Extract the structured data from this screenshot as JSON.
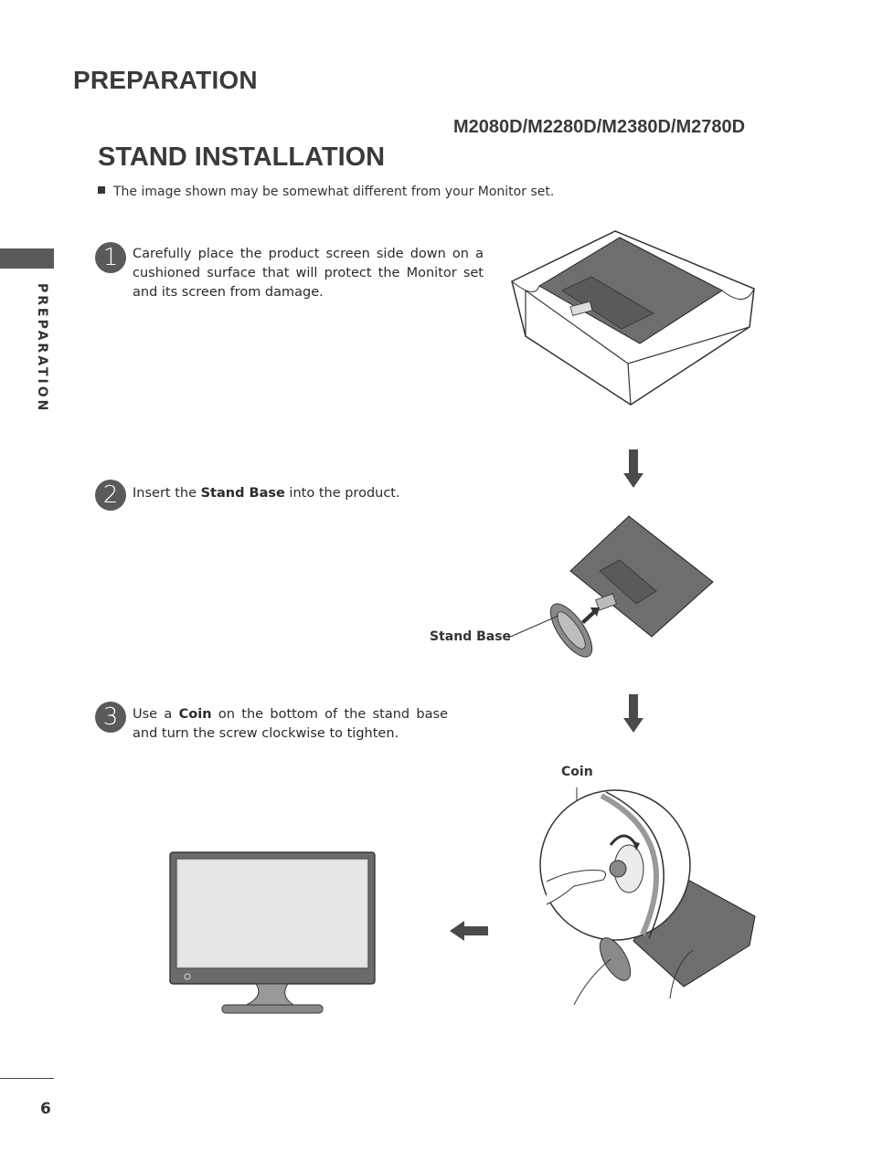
{
  "header": {
    "section_title": "PREPARATION",
    "models": "M2080D/M2280D/M2380D/M2780D",
    "subsection_title": "STAND INSTALLATION",
    "note": "The image shown may be somewhat different from your Monitor set."
  },
  "sidebar": {
    "label": "PREPARATION"
  },
  "steps": [
    {
      "number": "1",
      "text": "Carefully place the product screen side down on a cushioned surface that will protect the Monitor set and its screen from damage."
    },
    {
      "number": "2",
      "text_before": "Insert the ",
      "bold": "Stand Base",
      "text_after": " into the product."
    },
    {
      "number": "3",
      "text_before": "Use a ",
      "bold": "Coin",
      "text_after": " on the bottom of the stand base and turn the screw clockwise to tighten."
    }
  ],
  "labels": {
    "stand_base": "Stand Base",
    "coin": "Coin"
  },
  "footer": {
    "page_number": "6"
  },
  "colors": {
    "badge": "#5a5a5a",
    "arrow": "#4a4a4a",
    "monitor": "#6b6b6b"
  }
}
